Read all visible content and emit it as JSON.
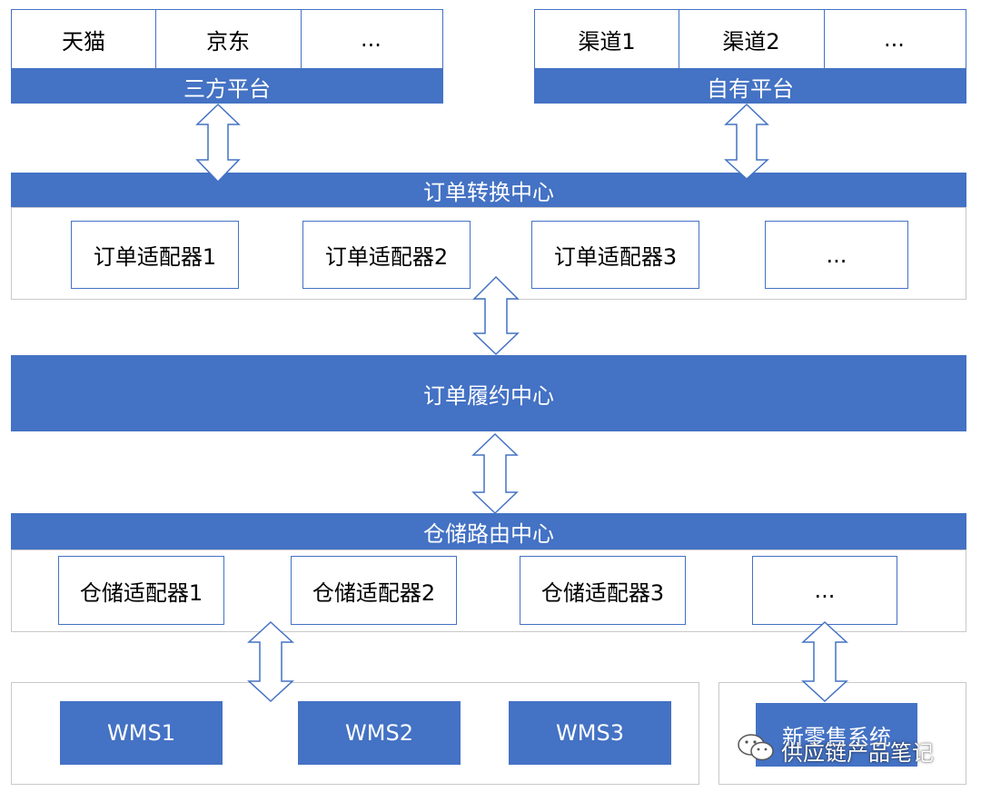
{
  "third_party": {
    "items": [
      "天猫",
      "京东",
      "..."
    ],
    "label": "三方平台"
  },
  "own_platform": {
    "items": [
      "渠道1",
      "渠道2",
      "..."
    ],
    "label": "自有平台"
  },
  "order_conversion": {
    "title": "订单转换中心",
    "adapters": [
      "订单适配器1",
      "订单适配器2",
      "订单适配器3",
      "..."
    ]
  },
  "fulfillment": {
    "title": "订单履约中心"
  },
  "warehouse_routing": {
    "title": "仓储路由中心",
    "adapters": [
      "仓储适配器1",
      "仓储适配器2",
      "仓储适配器3",
      "..."
    ]
  },
  "wms": {
    "items": [
      "WMS1",
      "WMS2",
      "WMS3"
    ]
  },
  "new_retail": {
    "label": "新零售系统"
  },
  "watermark": {
    "text": "供应链产品笔记"
  },
  "colors": {
    "accent": "#4472C4",
    "group_border": "#c9c9c9"
  }
}
